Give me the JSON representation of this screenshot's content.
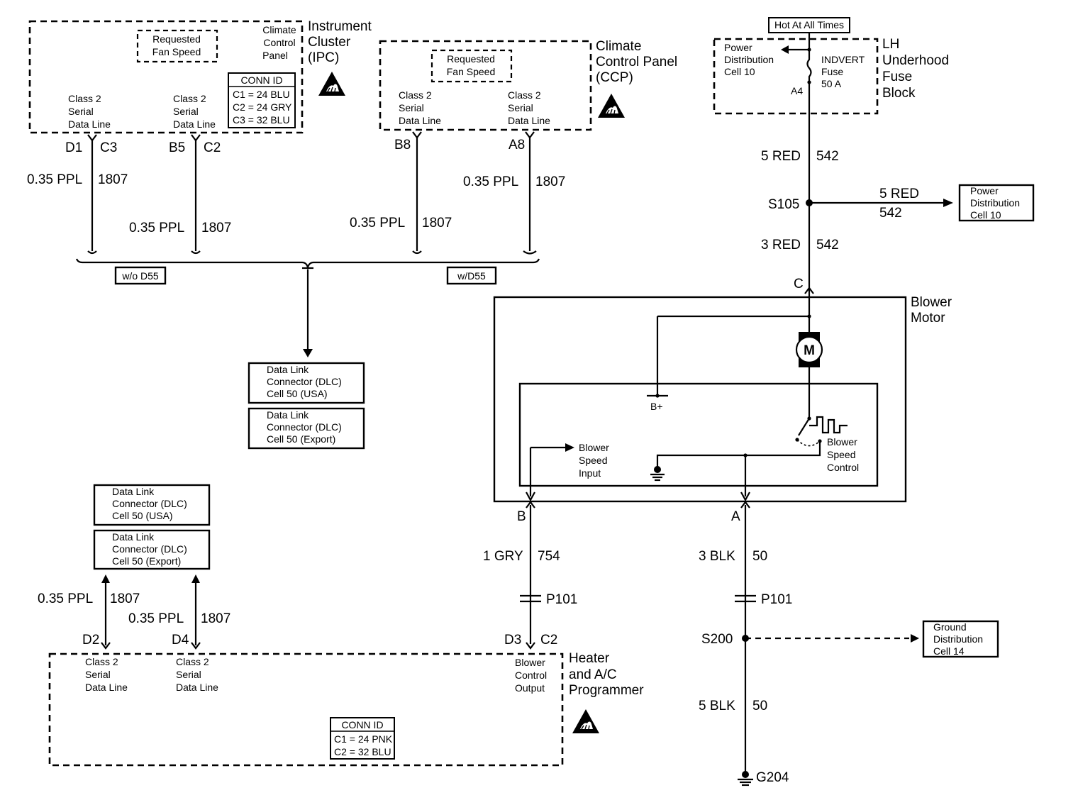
{
  "modules": {
    "ipc": {
      "title": [
        "Instrument",
        "Cluster",
        "(IPC)"
      ],
      "requested": [
        "Requested",
        "Fan Speed"
      ],
      "ccp_label": [
        "Climate",
        "Control",
        "Panel"
      ],
      "data_line_1": [
        "Class 2",
        "Serial",
        "Data Line"
      ],
      "data_line_2": [
        "Class 2",
        "Serial",
        "Data Line"
      ],
      "conn_id": {
        "title": "CONN ID",
        "rows": [
          "C1 = 24 BLU",
          "C2 = 24 GRY",
          "C3 = 32 BLU"
        ]
      },
      "pins": [
        "D1",
        "C3",
        "B5",
        "C2"
      ]
    },
    "ccp": {
      "title": [
        "Climate",
        "Control Panel",
        "(CCP)"
      ],
      "requested": [
        "Requested",
        "Fan Speed"
      ],
      "data_line_1": [
        "Class 2",
        "Serial",
        "Data Line"
      ],
      "data_line_2": [
        "Class 2",
        "Serial",
        "Data Line"
      ],
      "pins": [
        "B8",
        "A8"
      ]
    },
    "fuse_block": {
      "title": [
        "LH",
        "Underhood",
        "Fuse",
        "Block"
      ],
      "hot_label": "Hot At All Times",
      "power_dist": [
        "Power",
        "Distribution",
        "Cell 10"
      ],
      "fuse": [
        "INDVERT",
        "Fuse",
        "50 A"
      ],
      "pin": "A4"
    },
    "blower": {
      "title": [
        "Blower",
        "Motor"
      ],
      "motor": "M",
      "bplus": "B+",
      "speed_input": [
        "Blower",
        "Speed",
        "Input"
      ],
      "speed_control": [
        "Blower",
        "Speed",
        "Control"
      ],
      "pins": [
        "C",
        "B",
        "A"
      ]
    },
    "programmer": {
      "title": [
        "Heater",
        "and A/C",
        "Programmer"
      ],
      "data_line_1": [
        "Class 2",
        "Serial",
        "Data Line"
      ],
      "data_line_2": [
        "Class 2",
        "Serial",
        "Data Line"
      ],
      "blower_output": [
        "Blower",
        "Control",
        "Output"
      ],
      "conn_id": {
        "title": "CONN ID",
        "rows": [
          "C1 = 24 PNK",
          "C2 = 32 BLU"
        ]
      },
      "pins": [
        "D2",
        "D4",
        "D3",
        "C2"
      ]
    }
  },
  "wires": {
    "ipc_1": {
      "size": "0.35 PPL",
      "circuit": "1807"
    },
    "ipc_2": {
      "size": "0.35 PPL",
      "circuit": "1807"
    },
    "ccp_1": {
      "size": "0.35 PPL",
      "circuit": "1807"
    },
    "ccp_2": {
      "size": "0.35 PPL",
      "circuit": "1807"
    },
    "prog_1": {
      "size": "0.35 PPL",
      "circuit": "1807"
    },
    "prog_2": {
      "size": "0.35 PPL",
      "circuit": "1807"
    },
    "fuse_out": {
      "size": "5 RED",
      "circuit": "542"
    },
    "s105_branch": {
      "size": "5 RED",
      "circuit": "542"
    },
    "to_blower_c": {
      "size": "3 RED",
      "circuit": "542"
    },
    "blower_b": {
      "size": "1 GRY",
      "circuit": "754"
    },
    "blower_a": {
      "size": "3 BLK",
      "circuit": "50"
    },
    "to_ground": {
      "size": "5 BLK",
      "circuit": "50"
    }
  },
  "options": {
    "without": "w/o D55",
    "with": "w/D55"
  },
  "splices": {
    "s105": "S105",
    "s200": "S200"
  },
  "connectors": {
    "p101_a": "P101",
    "p101_b": "P101"
  },
  "ground": "G204",
  "refs": {
    "dlc_usa_1": [
      "Data Link",
      "Connector (DLC)",
      "Cell 50 (USA)"
    ],
    "dlc_export_1": [
      "Data Link",
      "Connector (DLC)",
      "Cell 50 (Export)"
    ],
    "dlc_usa_2": [
      "Data Link",
      "Connector (DLC)",
      "Cell 50 (USA)"
    ],
    "dlc_export_2": [
      "Data Link",
      "Connector (DLC)",
      "Cell 50 (Export)"
    ],
    "power_dist_10": [
      "Power",
      "Distribution",
      "Cell 10"
    ],
    "ground_dist_14": [
      "Ground",
      "Distribution",
      "Cell 14"
    ]
  }
}
